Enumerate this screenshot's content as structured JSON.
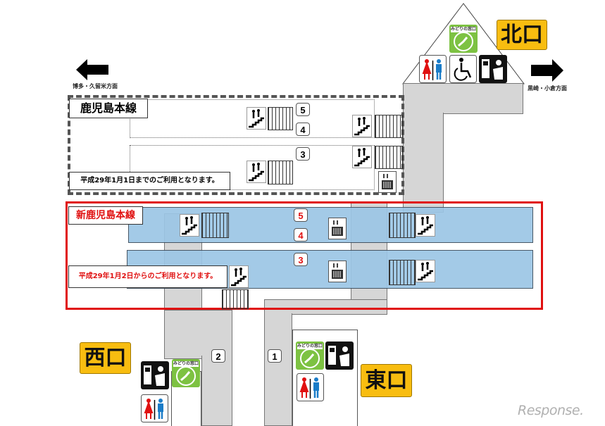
{
  "directions": {
    "left": "博多・久留米方面",
    "right": "黒崎・小倉方面"
  },
  "old_line": {
    "name": "鹿児島本線",
    "notice": "平成29年1月1日までのご利用となります。",
    "tracks": [
      "5",
      "4",
      "3"
    ]
  },
  "new_line": {
    "name": "新鹿児島本線",
    "notice": "平成29年1月2日からのご利用となります。",
    "tracks": [
      "5",
      "4",
      "3"
    ]
  },
  "exits": {
    "north": "北口",
    "west": "西口",
    "east": "東口"
  },
  "old_tracks": [
    "1",
    "2"
  ],
  "midori_label": "みどりの窓口",
  "logo": "Response.",
  "colors": {
    "platform_new": "#9cc6e6",
    "highlight": "#e01010",
    "exit_sign": "#f8bd10",
    "midori": "#7dc242"
  }
}
